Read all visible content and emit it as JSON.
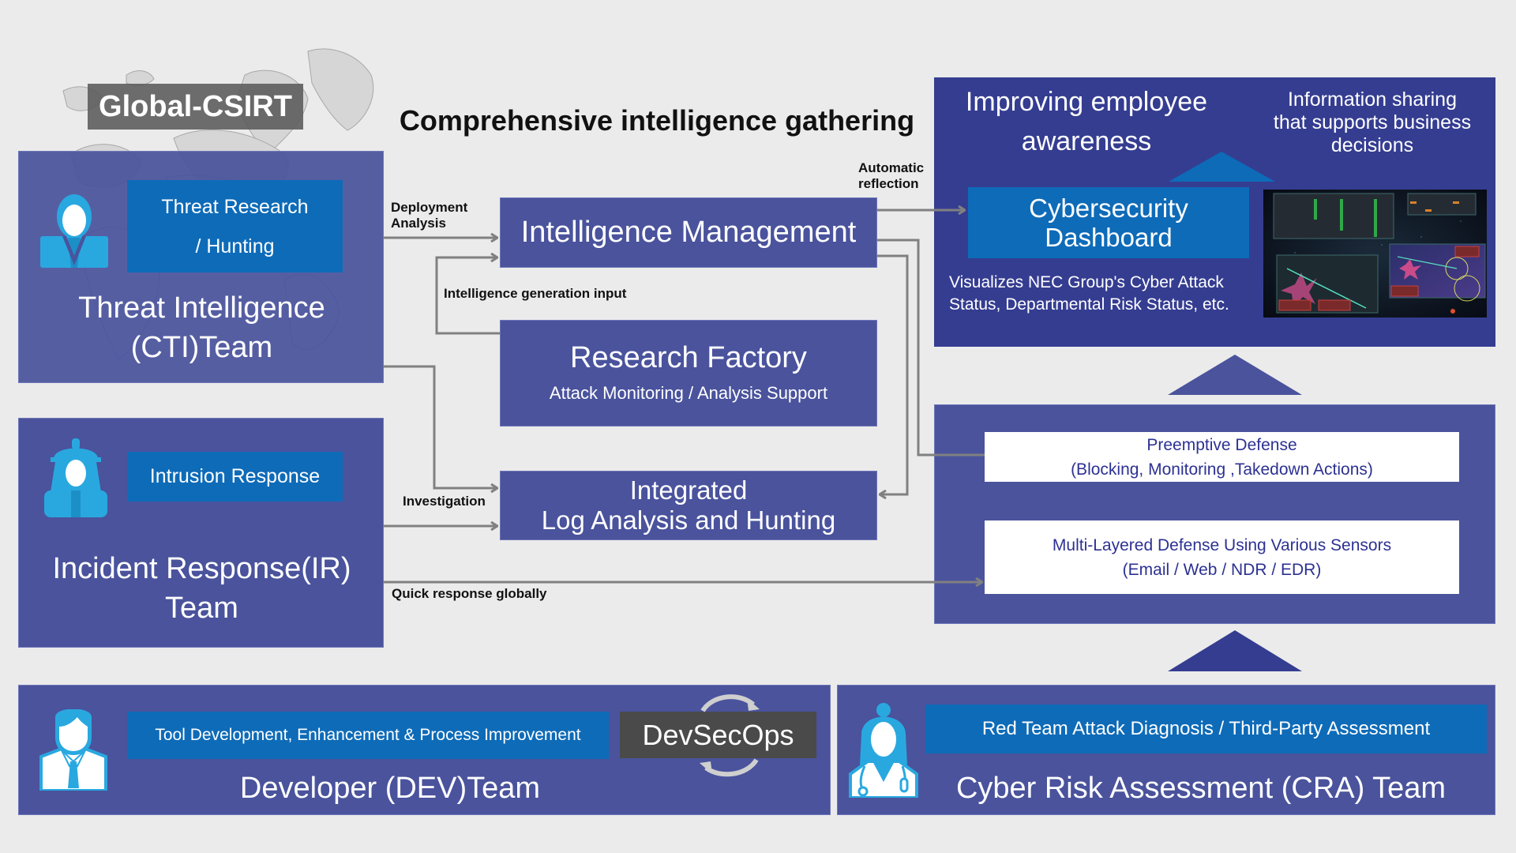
{
  "global_label": "Global-CSIRT",
  "title": "Comprehensive intelligence gathering",
  "colors": {
    "team_box": "#4a539c",
    "dark_box": "#353d91",
    "sub_box": "#0e6bb8",
    "icon_blue": "#29a8e0",
    "arrow_gray": "#808080",
    "background": "#ebebeb"
  },
  "cti_team": {
    "icon": "analyst-person-icon",
    "sub_label_line1": "Threat Research",
    "sub_label_line2": "/ Hunting",
    "name_line1": "Threat Intelligence",
    "name_line2": "(CTI)Team"
  },
  "ir_team": {
    "icon": "responder-helmet-icon",
    "sub_label": "Intrusion Response",
    "name_line1": "Incident Response(IR)",
    "name_line2": "Team"
  },
  "processes": {
    "intelligence_management": "Intelligence Management",
    "research_factory": {
      "title": "Research Factory",
      "subtitle": "Attack Monitoring / Analysis Support"
    },
    "log_analysis": {
      "line1": "Integrated",
      "line2": "Log Analysis and Hunting"
    }
  },
  "flow_labels": {
    "deployment_line1": "Deployment",
    "deployment_line2": "Analysis",
    "intel_input": "Intelligence generation input",
    "investigation": "Investigation",
    "quick_response": "Quick response globally",
    "auto_line1": "Automatic",
    "auto_line2": "reflection"
  },
  "dashboard_panel": {
    "awareness_line1": "Improving employee",
    "awareness_line2": "awareness",
    "sharing_line1": "Information sharing",
    "sharing_line2": "that supports business",
    "sharing_line3": "decisions",
    "dashboard_line1": "Cybersecurity",
    "dashboard_line2": "Dashboard",
    "desc_line1": "Visualizes NEC Group's Cyber Attack",
    "desc_line2": "Status, Departmental Risk Status, etc.",
    "screenshot": "dashboard-screenshot"
  },
  "defense_panel": {
    "preemptive_line1": "Preemptive Defense",
    "preemptive_line2": "(Blocking, Monitoring ,Takedown Actions)",
    "multilayer_line1": "Multi-Layered Defense Using Various Sensors",
    "multilayer_line2": "(Email / Web / NDR / EDR)"
  },
  "dev_team": {
    "icon": "developer-person-icon",
    "sub_label": "Tool Development, Enhancement & Process Improvement",
    "devsecops": "DevSecOps",
    "name": "Developer (DEV)Team"
  },
  "cra_team": {
    "icon": "doctor-stethoscope-icon",
    "sub_label": "Red Team Attack Diagnosis / Third-Party Assessment",
    "name": "Cyber Risk Assessment (CRA) Team"
  }
}
